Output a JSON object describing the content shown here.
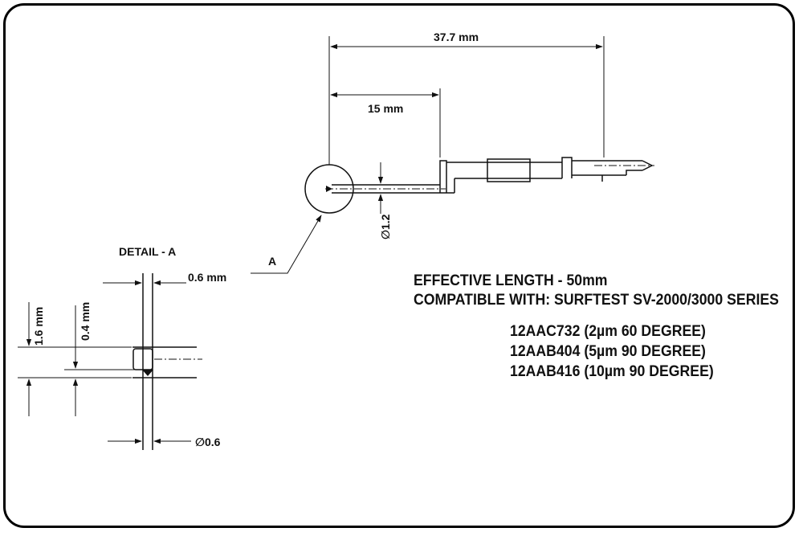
{
  "dimensions": {
    "total_length": "37.7 mm",
    "stylus_length": "15 mm",
    "stylus_diameter": "∅1.2",
    "detail_label": "DETAIL - A",
    "detail_marker": "A",
    "tip_width": "0.6 mm",
    "tip_height": "1.6 mm",
    "tip_offset": "0.4 mm",
    "tip_diameter": "∅0.6"
  },
  "notes": {
    "effective_length": "EFFECTIVE LENGTH - 50mm",
    "compatibility": "COMPATIBLE WITH: SURFTEST SV-2000/3000 SERIES",
    "part_numbers": [
      "12AAC732 (2µm 60 DEGREE)",
      "12AAB404 (5µm 90 DEGREE)",
      "12AAB416 (10µm 90 DEGREE)"
    ]
  },
  "colors": {
    "line": "#111111",
    "background": "#ffffff"
  }
}
